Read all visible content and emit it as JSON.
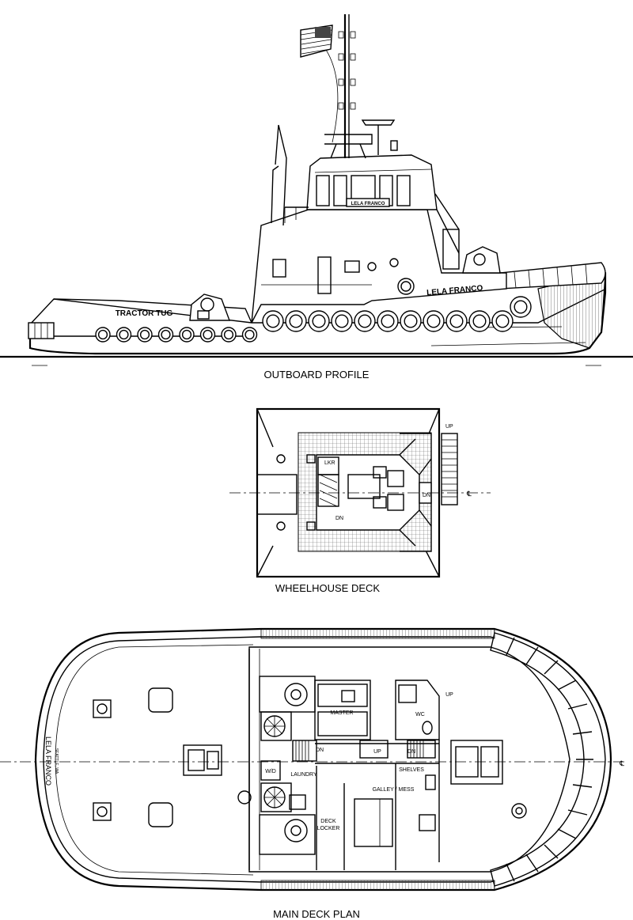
{
  "vessel": {
    "name_outboard": "LELA FRANCO",
    "name_wheelhouse_board": "LELA FRANCO",
    "type_label": "TRACTOR TUG",
    "transom_name": "LELA FRANCO",
    "transom_port": "SEATTLE, WA"
  },
  "views": {
    "outboard_profile": "OUTBOARD PROFILE",
    "wheelhouse_deck": "WHEELHOUSE DECK",
    "main_deck_plan": "MAIN DECK PLAN"
  },
  "wheelhouse_labels": {
    "locker": "LKR",
    "down_left": "DN",
    "down_right": "DN",
    "up": "UP",
    "centerline": "℄"
  },
  "main_deck_labels": {
    "master": "MASTER",
    "wc": "WC",
    "up_ladder": "UP",
    "dn_stair": "DN",
    "up_stair": "UP",
    "dn_stair_2": "DN",
    "shelves": "SHELVES",
    "washer_dryer": "W/D",
    "laundry": "LAUNDRY",
    "galley_mess": "GALLEY / MESS",
    "deck_locker_1": "DECK",
    "deck_locker_2": "LOCKER",
    "centerline": "℄"
  },
  "colors": {
    "line": "#000000",
    "paper": "#ffffff",
    "hatch": "#9a9a9a"
  }
}
